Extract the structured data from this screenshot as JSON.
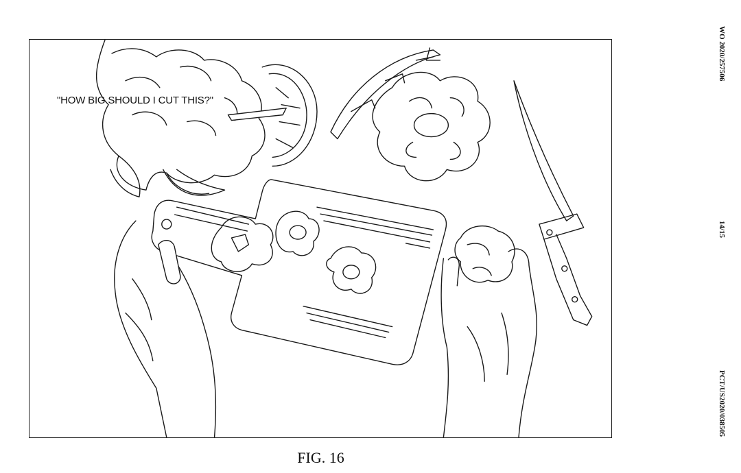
{
  "figure": {
    "speech_text": "\"HOW BIG SHOULD I CUT THIS?\"",
    "label": "FIG. 16"
  },
  "margin": {
    "publication_number": "WO 2020/257506",
    "page_number": "14/15",
    "application_number": "PCT/US2020/038505"
  }
}
